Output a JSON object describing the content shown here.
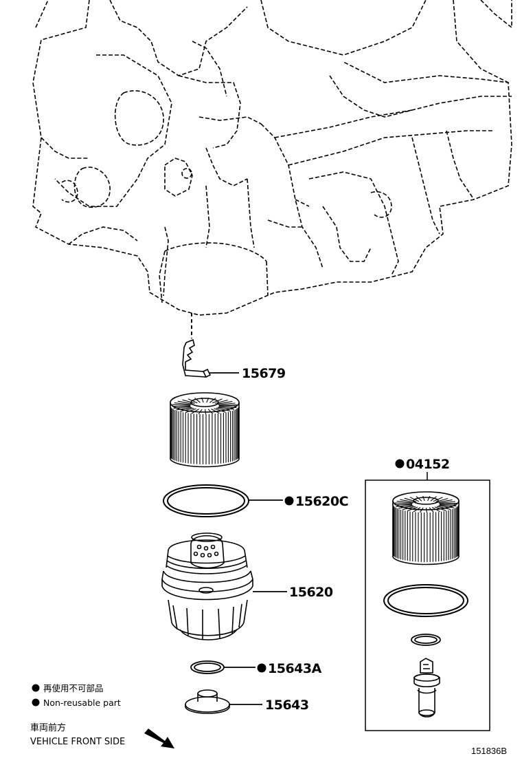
{
  "parts": [
    {
      "id": "p15679",
      "number": "15679",
      "reusable": true
    },
    {
      "id": "p04152",
      "number": "04152",
      "reusable": false
    },
    {
      "id": "p15620c",
      "number": "15620C",
      "reusable": false
    },
    {
      "id": "p15620",
      "number": "15620",
      "reusable": true
    },
    {
      "id": "p15643a",
      "number": "15643A",
      "reusable": false
    },
    {
      "id": "p15643",
      "number": "15643",
      "reusable": true
    }
  ],
  "legend": {
    "jp": "再使用不可部品",
    "en": "Non-reusable part"
  },
  "direction": {
    "jp": "車両前方",
    "en": "VEHICLE FRONT SIDE"
  },
  "figure_ref": "151836B"
}
